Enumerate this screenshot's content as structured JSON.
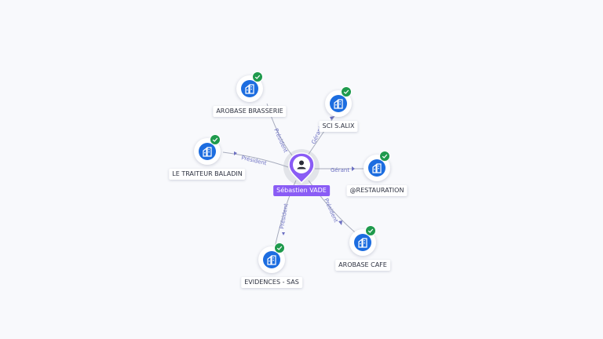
{
  "center": {
    "name": "Sébastien VADE",
    "icon": "person-icon",
    "pin_color": "#8a5cf5"
  },
  "companies": [
    {
      "name": "AROBASE BRASSERIE",
      "role": "Président",
      "icon": "building-icon",
      "verified": true
    },
    {
      "name": "SCI S.ALIX",
      "role": "Gérant",
      "icon": "building-icon",
      "verified": true
    },
    {
      "name": "LE TRAITEUR BALADIN",
      "role": "Président",
      "icon": "building-icon",
      "verified": true
    },
    {
      "name": "@RESTAURATION",
      "role": "Gérant",
      "icon": "building-icon",
      "verified": true
    },
    {
      "name": "EVIDENCES - SAS",
      "role": "Président",
      "icon": "building-icon",
      "verified": true
    },
    {
      "name": "AROBASE CAFE",
      "role": "Président",
      "icon": "building-icon",
      "verified": true
    }
  ],
  "colors": {
    "company_icon": "#1c6de0",
    "verified_badge": "#1f9a4d",
    "edge_label": "#6b6fc2"
  }
}
